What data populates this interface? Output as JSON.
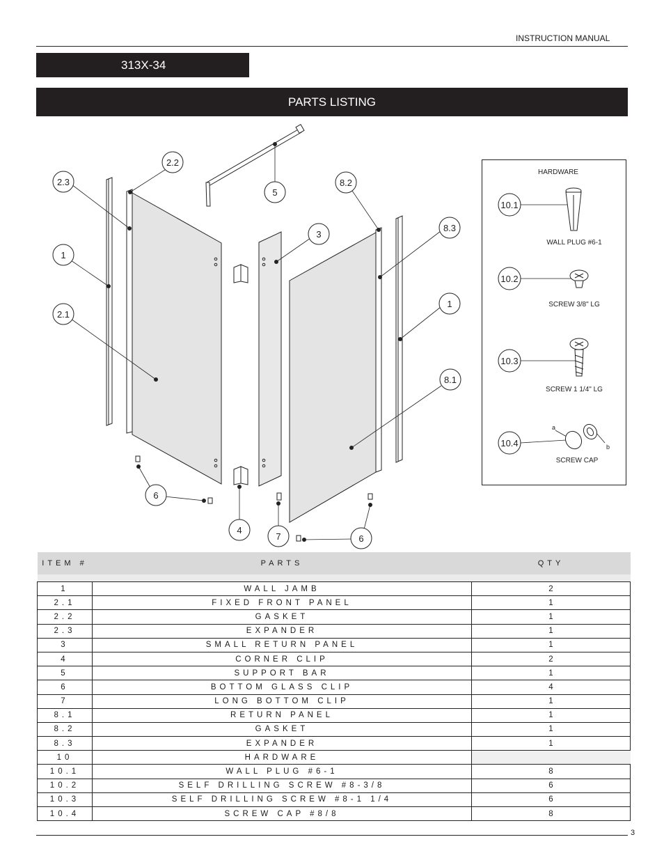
{
  "header": {
    "manual_label": "INSTRUCTION MANUAL",
    "model": "313X-34",
    "section_title": "PARTS LISTING"
  },
  "diagram": {
    "callouts": {
      "c2_3": "2.3",
      "c2_2": "2.2",
      "c1_left": "1",
      "c2_1": "2.1",
      "c5": "5",
      "c3": "3",
      "c8_2": "8.2",
      "c8_3": "8.3",
      "c1_right": "1",
      "c8_1": "8.1",
      "c6_left": "6",
      "c4": "4",
      "c7": "7",
      "c6_right": "6"
    },
    "hardware": {
      "title": "HARDWARE",
      "items": [
        {
          "id": "10.1",
          "label": "WALL PLUG #6-1"
        },
        {
          "id": "10.2",
          "label": "SCREW 3/8\" LG"
        },
        {
          "id": "10.3",
          "label": "SCREW 1 1/4\" LG"
        },
        {
          "id": "10.4",
          "label": "SCREW CAP"
        }
      ],
      "cap_a": "a",
      "cap_b": "b"
    }
  },
  "table": {
    "headers": [
      "ITEM #",
      "PARTS",
      "QTY"
    ],
    "rows": [
      [
        "1",
        "WALL JAMB",
        "2"
      ],
      [
        "2.1",
        "FIXED FRONT PANEL",
        "1"
      ],
      [
        "2.2",
        "GASKET",
        "1"
      ],
      [
        "2.3",
        "EXPANDER",
        "1"
      ],
      [
        "3",
        "SMALL RETURN PANEL",
        "1"
      ],
      [
        "4",
        "CORNER CLIP",
        "2"
      ],
      [
        "5",
        "SUPPORT BAR",
        "1"
      ],
      [
        "6",
        "BOTTOM GLASS CLIP",
        "4"
      ],
      [
        "7",
        "LONG BOTTOM CLIP",
        "1"
      ],
      [
        "8.1",
        "RETURN PANEL",
        "1"
      ],
      [
        "8.2",
        "GASKET",
        "1"
      ],
      [
        "8.3",
        "EXPANDER",
        "1"
      ],
      [
        "10",
        "HARDWARE",
        ""
      ],
      [
        "10.1",
        "WALL PLUG #6-1",
        "8"
      ],
      [
        "10.2",
        "SELF DRILLING SCREW #8-3/8",
        "6"
      ],
      [
        "10.3",
        "SELF DRILLING SCREW #8-1 1/4",
        "6"
      ],
      [
        "10.4",
        "SCREW CAP #8/8",
        "8"
      ]
    ]
  },
  "footer": {
    "page_number": "3"
  }
}
